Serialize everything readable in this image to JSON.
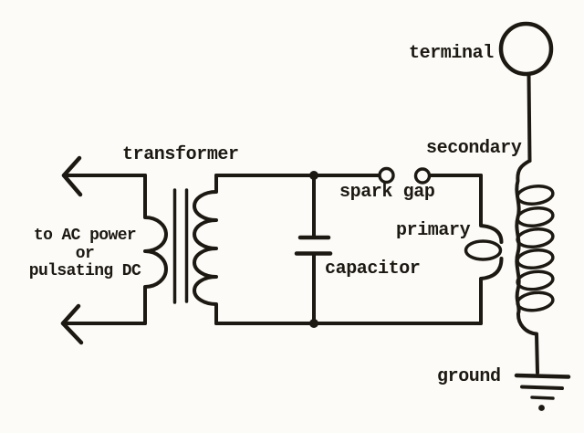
{
  "figure": {
    "kind": "hand-drawn circuit schematic",
    "colors": {
      "ink": "#1c1812",
      "paper": "#fcfbf7"
    },
    "labels": {
      "transformer": "transformer",
      "terminal": "terminal",
      "secondary": "secondary",
      "spark_gap": "spark gap",
      "primary": "primary",
      "capacitor": "capacitor",
      "ground": "ground",
      "power_line1": "to AC power",
      "power_line2": "or",
      "power_line3": "pulsating DC"
    }
  }
}
